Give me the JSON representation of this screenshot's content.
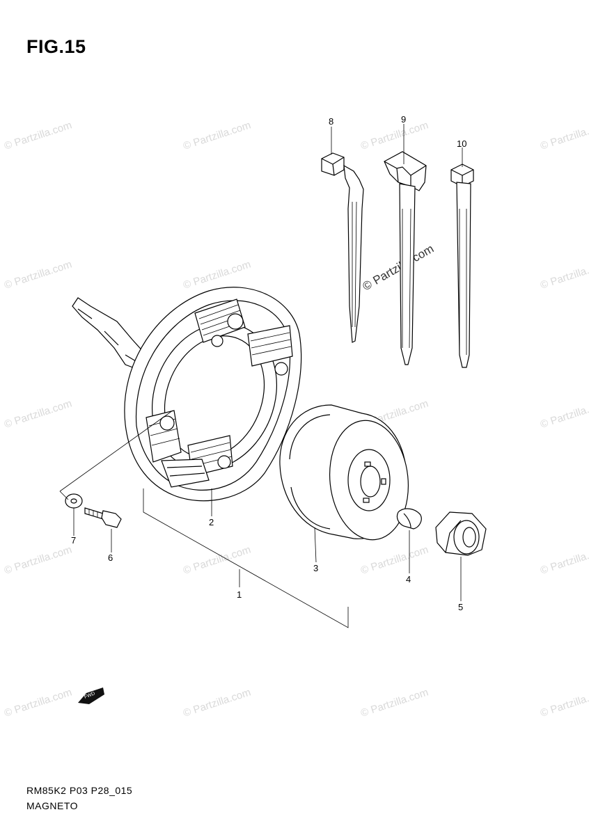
{
  "figure": {
    "title": "FIG.15",
    "reference_code": "RM85K2 P03 P28_015",
    "caption": "MAGNETO"
  },
  "callouts": [
    {
      "id": "1",
      "label": "1"
    },
    {
      "id": "2",
      "label": "2"
    },
    {
      "id": "3",
      "label": "3"
    },
    {
      "id": "4",
      "label": "4"
    },
    {
      "id": "5",
      "label": "5"
    },
    {
      "id": "6",
      "label": "6"
    },
    {
      "id": "7",
      "label": "7"
    },
    {
      "id": "8",
      "label": "8"
    },
    {
      "id": "9",
      "label": "9"
    },
    {
      "id": "10",
      "label": "10"
    }
  ],
  "watermark": {
    "text": "© Partzilla.com"
  },
  "fwd_badge": {
    "text": "FWD"
  },
  "colors": {
    "line": "#000000",
    "watermark": "#d9d9d9",
    "background": "#ffffff"
  }
}
